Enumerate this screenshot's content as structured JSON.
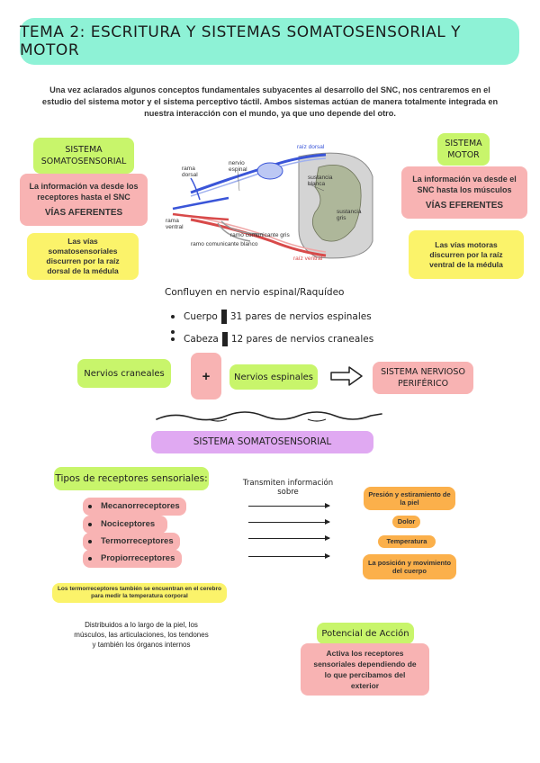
{
  "title": "TEMA 2: ESCRITURA Y SISTEMAS SOMATOSENSORIAL Y MOTOR",
  "intro": "Una vez aclarados algunos conceptos fundamentales subyacentes al desarrollo del SNC, nos centraremos en el estudio del sistema motor y el sistema perceptivo táctil. Ambos sistemas actúan de manera totalmente integrada en nuestra interacción con el mundo, ya que uno depende del otro.",
  "left": {
    "heading": "SISTEMA SOMATOSENSORIAL",
    "info": "La información va desde los receptores hasta el SNC",
    "vias": "VÍAS AFERENTES",
    "note": "Las vías somatosensoriales discurren por la raíz dorsal de la médula"
  },
  "right": {
    "heading": "SISTEMA MOTOR",
    "info": "La información va desde el SNC hasta los músculos",
    "vias": "VÍAS EFERENTES",
    "note": "Las vías motoras discurren por la raíz ventral de la médula"
  },
  "diagram": {
    "labels": {
      "raiz_dorsal": "raíz dorsal",
      "rama_dorsal": "rama dorsal",
      "nervio_espinal": "nervio espinal",
      "sustancia_blanca": "sustancia blanca",
      "sustancia_gris": "sustancia gris",
      "rama_ventral": "rama ventral",
      "ramo_gris": "ramo comunicante gris",
      "ramo_blanco": "ramo comunicante blanco",
      "raiz_ventral": "raíz ventral"
    },
    "colors": {
      "dorsal": "#3a55d8",
      "ventral": "#d84a4a",
      "grey": "#9a9a9a"
    }
  },
  "confluyen": {
    "heading": "Confluyen en nervio espinal/Raquídeo",
    "items": [
      {
        "label": "Cuerpo",
        "text": "31 pares de nervios espinales"
      },
      {
        "label": "Cabeza",
        "text": "12 pares de nervios craneales"
      }
    ]
  },
  "equation": {
    "a": "Nervios craneales",
    "plus": "+",
    "b": "Nervios espinales",
    "result": "SISTEMA NERVIOSO PERIFÉRICO",
    "arrow_icon": "outline-arrow-right"
  },
  "somato": {
    "heading": "SISTEMA SOMATOSENSORIAL",
    "types_heading": "Tipos de receptores sensoriales:",
    "transmiten": "Transmiten información sobre",
    "receptors": [
      {
        "name": "Mecanorreceptores",
        "info": "Presión y estiramiento de la piel"
      },
      {
        "name": "Nociceptores",
        "info": "Dolor"
      },
      {
        "name": "Termorreceptores",
        "info": "Temperatura"
      },
      {
        "name": "Propiorreceptores",
        "info": "La posición y movimiento del cuerpo"
      }
    ],
    "termo_note": "Los termorreceptores también se encuentran en el cerebro para medir la temperatura corporal",
    "distribuidos": "Distribuidos a lo largo de la piel, los músculos, las articulaciones, los tendones y también los órganos internos",
    "potencial_heading": "Potencial de Acción",
    "potencial_text": "Activa los receptores sensoriales dependiendo de lo que percibamos del exterior"
  },
  "colors": {
    "banner": "#8ef2d6",
    "green": "#c8f56b",
    "pink": "#f8b3b3",
    "yellow": "#fbf36a",
    "purple": "#e0a9f2",
    "orange": "#fbb04b"
  }
}
